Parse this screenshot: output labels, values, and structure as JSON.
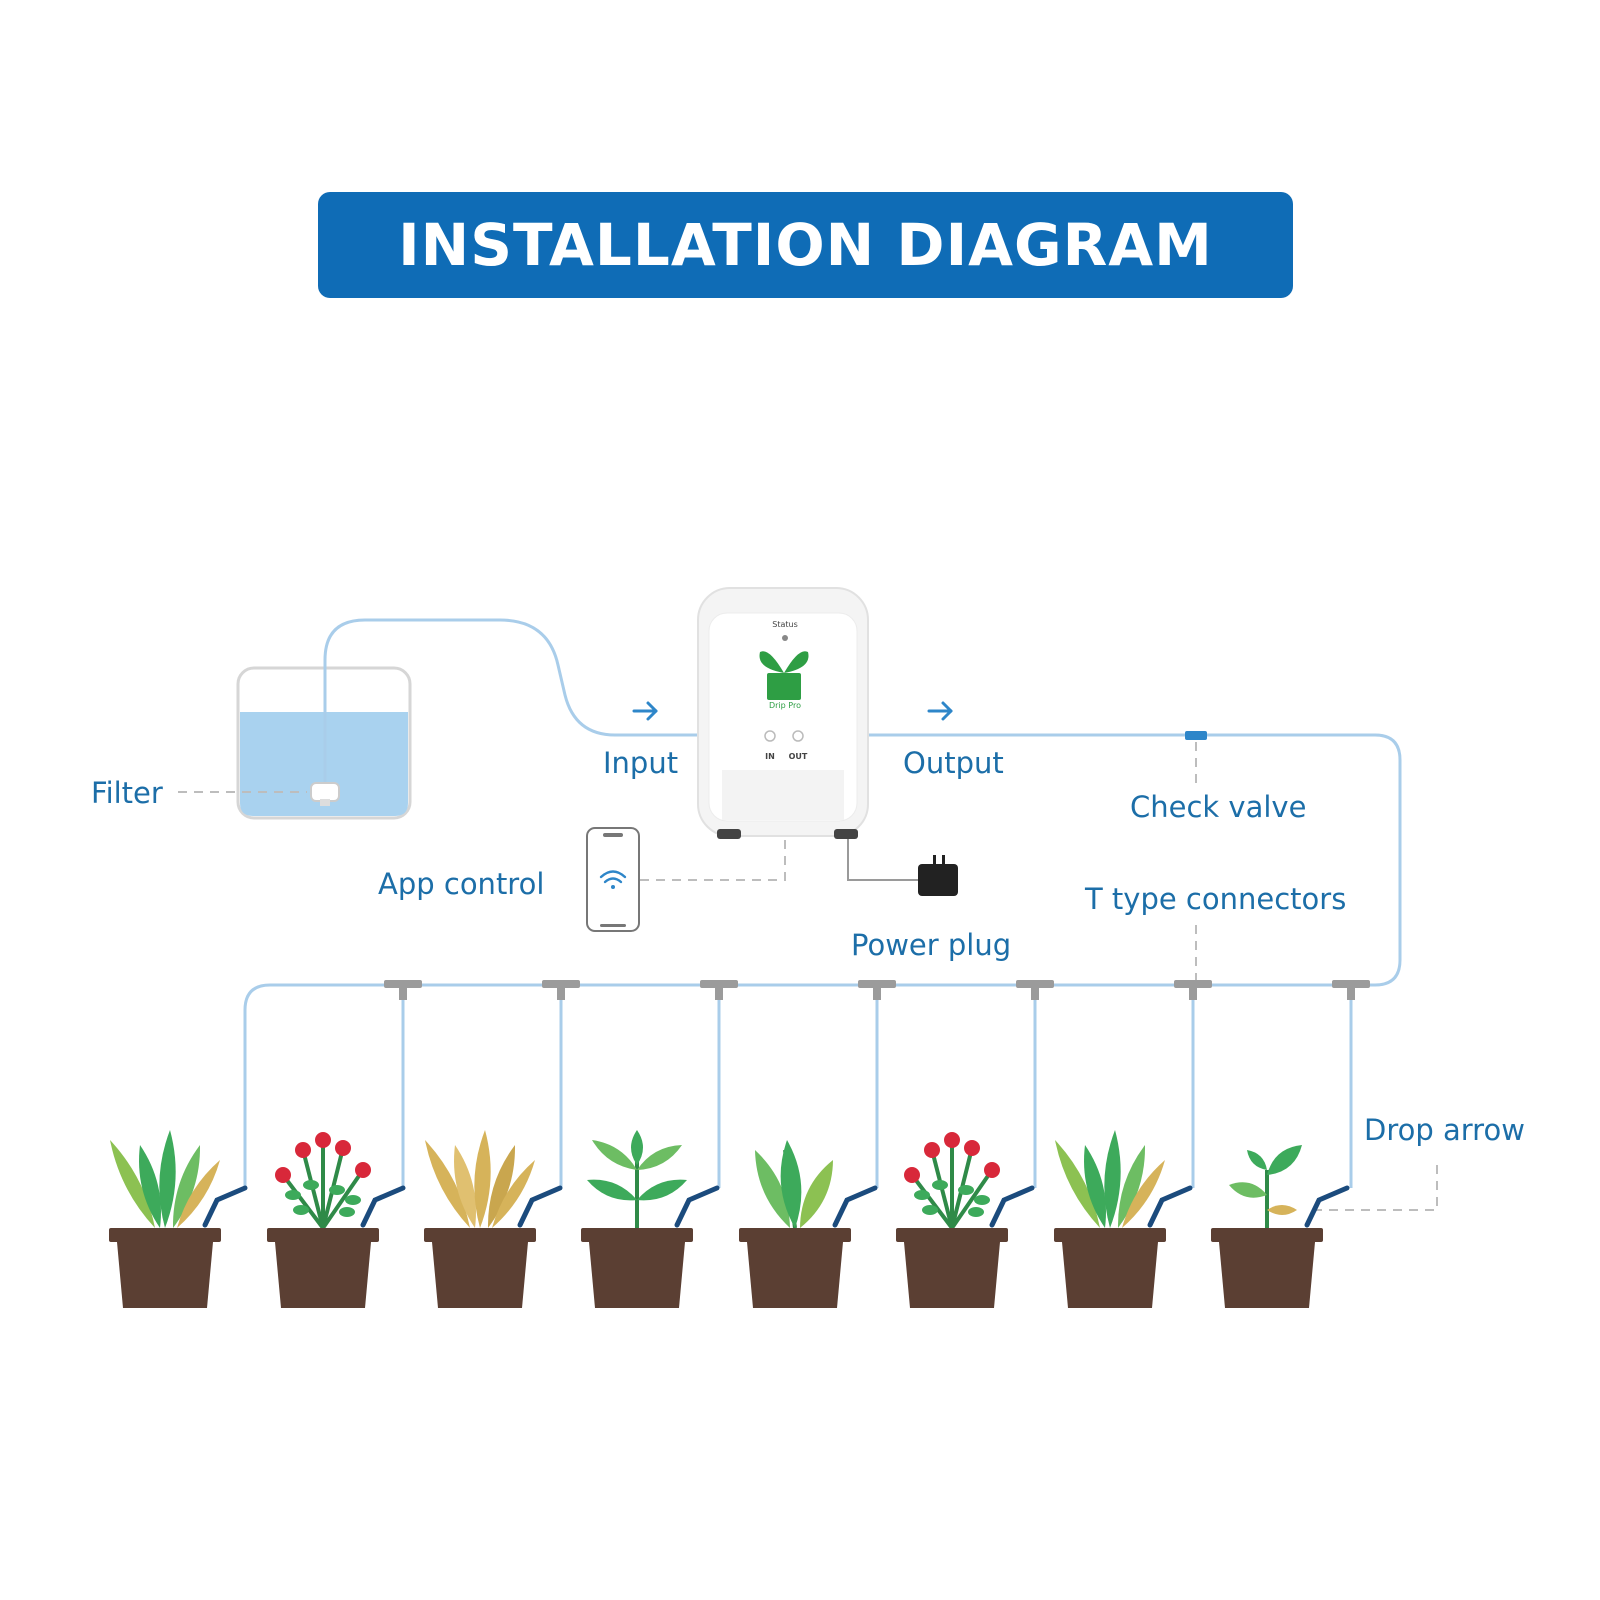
{
  "banner": {
    "title": "INSTALLATION DIAGRAM"
  },
  "labels": {
    "filter": "Filter",
    "input": "Input",
    "output": "Output",
    "check_valve": "Check valve",
    "app_control": "App control",
    "power_plug": "Power plug",
    "t_connectors": "T type connectors",
    "drop_arrow": "Drop arrow"
  },
  "device": {
    "status": "Status",
    "brand": "Drip Pro",
    "port_in": "IN",
    "port_out": "OUT"
  },
  "colors": {
    "banner": "#0f6cb6",
    "label": "#1c6ea8",
    "tube": "#a9cdea",
    "water": "#a9d2ef",
    "pot": "#5b3f33",
    "leaf_green": "#3daa5b",
    "leaf_yellow": "#d6b35a",
    "flower_red": "#d8283a",
    "dripper": "#1b4b7d"
  },
  "icons": [
    "right-arrow-icon",
    "wifi-icon",
    "plant-logo-icon"
  ]
}
